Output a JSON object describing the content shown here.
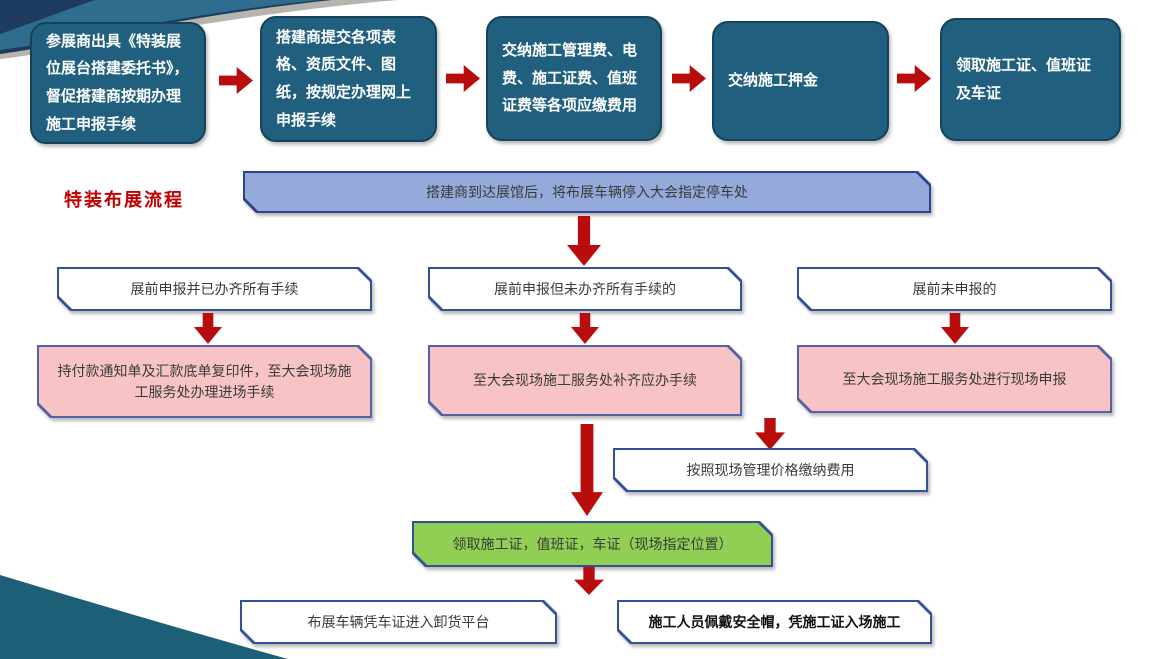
{
  "colors": {
    "step_box_fill": "#20607E",
    "arrow_red": "#B90D0D",
    "banner_fill": "#94AADB",
    "pink_fill": "#F8C3C4",
    "green_fill": "#90CE54",
    "title_red": "#C00000"
  },
  "title": "特装布展流程",
  "top_flow": {
    "steps": [
      {
        "label": "参展商出具《特装展位展台搭建委托书》，督促搭建商按期办理施工申报手续"
      },
      {
        "label": "搭建商提交各项表格、资质文件、图纸，按规定办理网上申报手续"
      },
      {
        "label": "交纳施工管理费、电费、施工证费、值班证费等各项应缴费用"
      },
      {
        "label": "交纳施工押金"
      },
      {
        "label": "领取施工证、值班证及车证"
      }
    ]
  },
  "banner": {
    "label": "搭建商到达展馆后，将布展车辆停入大会指定停车处"
  },
  "branches": {
    "conditions": [
      {
        "label": "展前申报并已办齐所有手续"
      },
      {
        "label": "展前申报但未办齐所有手续的"
      },
      {
        "label": "展前未申报的"
      }
    ],
    "actions": [
      {
        "label": "持付款通知单及汇款底单复印件，至大会现场施工服务处办理进场手续"
      },
      {
        "label": "至大会现场施工服务处补齐应办手续"
      },
      {
        "label": "至大会现场施工服务处进行现场申报"
      }
    ]
  },
  "fee_box": {
    "label": "按照现场管理价格缴纳费用"
  },
  "pass_box": {
    "label": "领取施工证，值班证，车证（现场指定位置）"
  },
  "final": [
    {
      "label": "布展车辆凭车证进入卸货平台"
    },
    {
      "label": "施工人员佩戴安全帽，凭施工证入场施工"
    }
  ]
}
